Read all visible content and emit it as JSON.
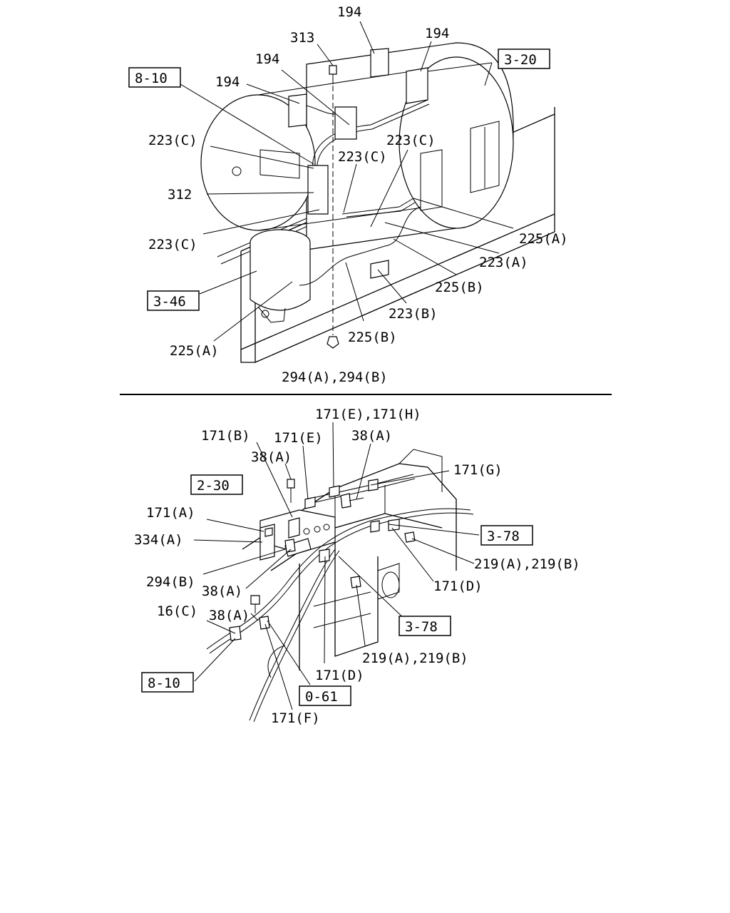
{
  "upper": {
    "callouts": {
      "p194_top": "194",
      "p194_right": "194",
      "p194_mid": "194",
      "p194_left": "194",
      "p313": "313",
      "p223c_1": "223(C)",
      "p223c_2": "223(C)",
      "p223c_3": "223(C)",
      "p223c_4": "223(C)",
      "p312": "312",
      "p225a_right": "225(A)",
      "p223a": "223(A)",
      "p225b_right": "225(B)",
      "p223b": "223(B)",
      "p225b_bottom": "225(B)",
      "p225a_left": "225(A)",
      "p294": "294(A),294(B)"
    },
    "refs": {
      "r8_10": "8-10",
      "r3_20": "3-20",
      "r3_46": "3-46"
    }
  },
  "lower": {
    "callouts": {
      "p171eh": "171(E),171(H)",
      "p171b": "171(B)",
      "p171e": "171(E)",
      "p38a_top": "38(A)",
      "p38a_mid": "38(A)",
      "p171g": "171(G)",
      "p171a": "171(A)",
      "p334a": "334(A)",
      "p219_right": "219(A),219(B)",
      "p294b": "294(B)",
      "p38a_low": "38(A)",
      "p171d_right": "171(D)",
      "p16c": "16(C)",
      "p38a_bottom": "38(A)",
      "p219_bottom": "219(A),219(B)",
      "p171d_bottom": "171(D)",
      "p171f": "171(F)"
    },
    "refs": {
      "r2_30": "2-30",
      "r3_78_top": "3-78",
      "r3_78_bottom": "3-78",
      "r8_10": "8-10",
      "r0_61": "0-61"
    }
  }
}
